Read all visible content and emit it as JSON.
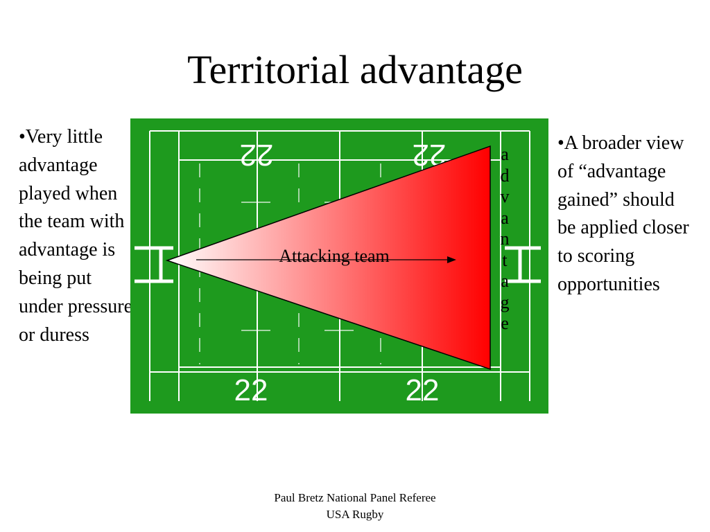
{
  "slide": {
    "title": "Territorial advantage",
    "left_bullet": "•Very little advantage played when the team with advantage is being put under pressure or duress",
    "right_bullet": "•A broader view of “advantage gained” should be applied closer to scoring opportunities"
  },
  "diagram": {
    "field_color": "#1e9a1e",
    "line_color": "#ffffff",
    "line_numbers_top": [
      "22",
      "22"
    ],
    "line_numbers_bottom": [
      "22",
      "22"
    ],
    "team_label": "Attacking team",
    "advantage_letters": [
      "a",
      "d",
      "v",
      "a",
      "n",
      "t",
      "a",
      "g",
      "e"
    ],
    "gradient_start": "#ffffff",
    "gradient_end": "#ff0000"
  },
  "footer": {
    "line1": "Paul Bretz National Panel Referee",
    "line2": "USA Rugby"
  }
}
